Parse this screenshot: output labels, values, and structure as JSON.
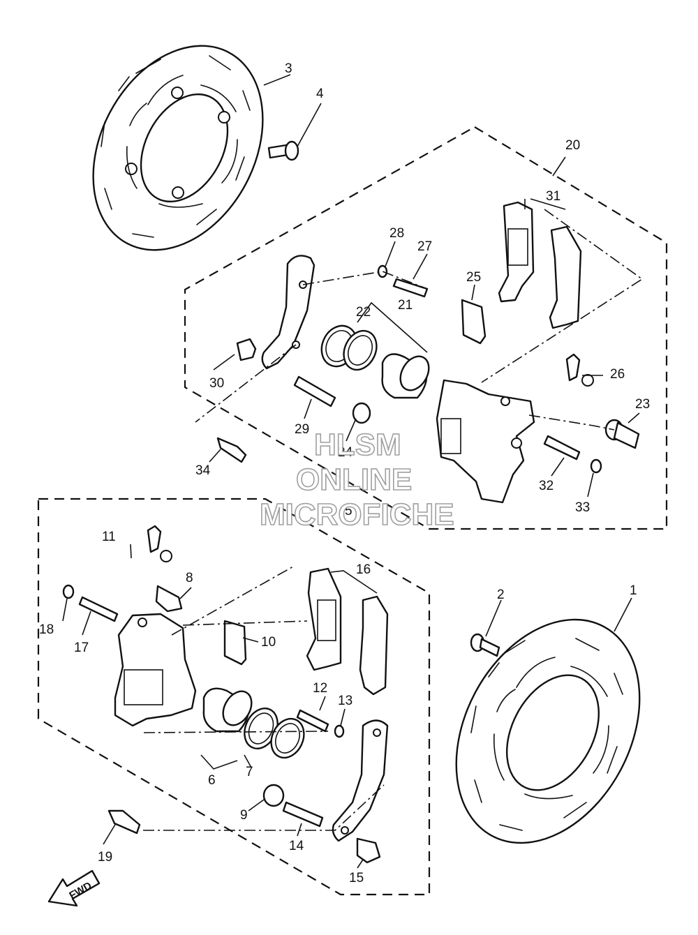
{
  "callouts": [
    {
      "id": "1",
      "label": "1"
    },
    {
      "id": "2",
      "label": "2"
    },
    {
      "id": "3",
      "label": "3"
    },
    {
      "id": "4",
      "label": "4"
    },
    {
      "id": "5",
      "label": "5"
    },
    {
      "id": "6",
      "label": "6"
    },
    {
      "id": "7",
      "label": "7"
    },
    {
      "id": "8",
      "label": "8"
    },
    {
      "id": "9",
      "label": "9"
    },
    {
      "id": "10",
      "label": "10"
    },
    {
      "id": "11",
      "label": "11"
    },
    {
      "id": "12",
      "label": "12"
    },
    {
      "id": "13",
      "label": "13"
    },
    {
      "id": "14",
      "label": "14"
    },
    {
      "id": "15",
      "label": "15"
    },
    {
      "id": "16",
      "label": "16"
    },
    {
      "id": "17",
      "label": "17"
    },
    {
      "id": "18",
      "label": "18"
    },
    {
      "id": "19",
      "label": "19"
    },
    {
      "id": "20",
      "label": "20"
    },
    {
      "id": "21",
      "label": "21"
    },
    {
      "id": "22",
      "label": "22"
    },
    {
      "id": "23",
      "label": "23"
    },
    {
      "id": "24",
      "label": "24"
    },
    {
      "id": "25",
      "label": "25"
    },
    {
      "id": "26",
      "label": "26"
    },
    {
      "id": "27",
      "label": "27"
    },
    {
      "id": "28",
      "label": "28"
    },
    {
      "id": "29",
      "label": "29"
    },
    {
      "id": "30",
      "label": "30"
    },
    {
      "id": "31",
      "label": "31"
    },
    {
      "id": "32",
      "label": "32"
    },
    {
      "id": "33",
      "label": "33"
    },
    {
      "id": "34",
      "label": "34"
    }
  ],
  "watermark": {
    "line1": "HLSM",
    "line2": "ONLINE",
    "line3": "MICROFICHE"
  },
  "fwd_label": "FWD",
  "colors": {
    "ink": "#111111",
    "paper": "#ffffff",
    "watermark": "#9a9a9a"
  }
}
